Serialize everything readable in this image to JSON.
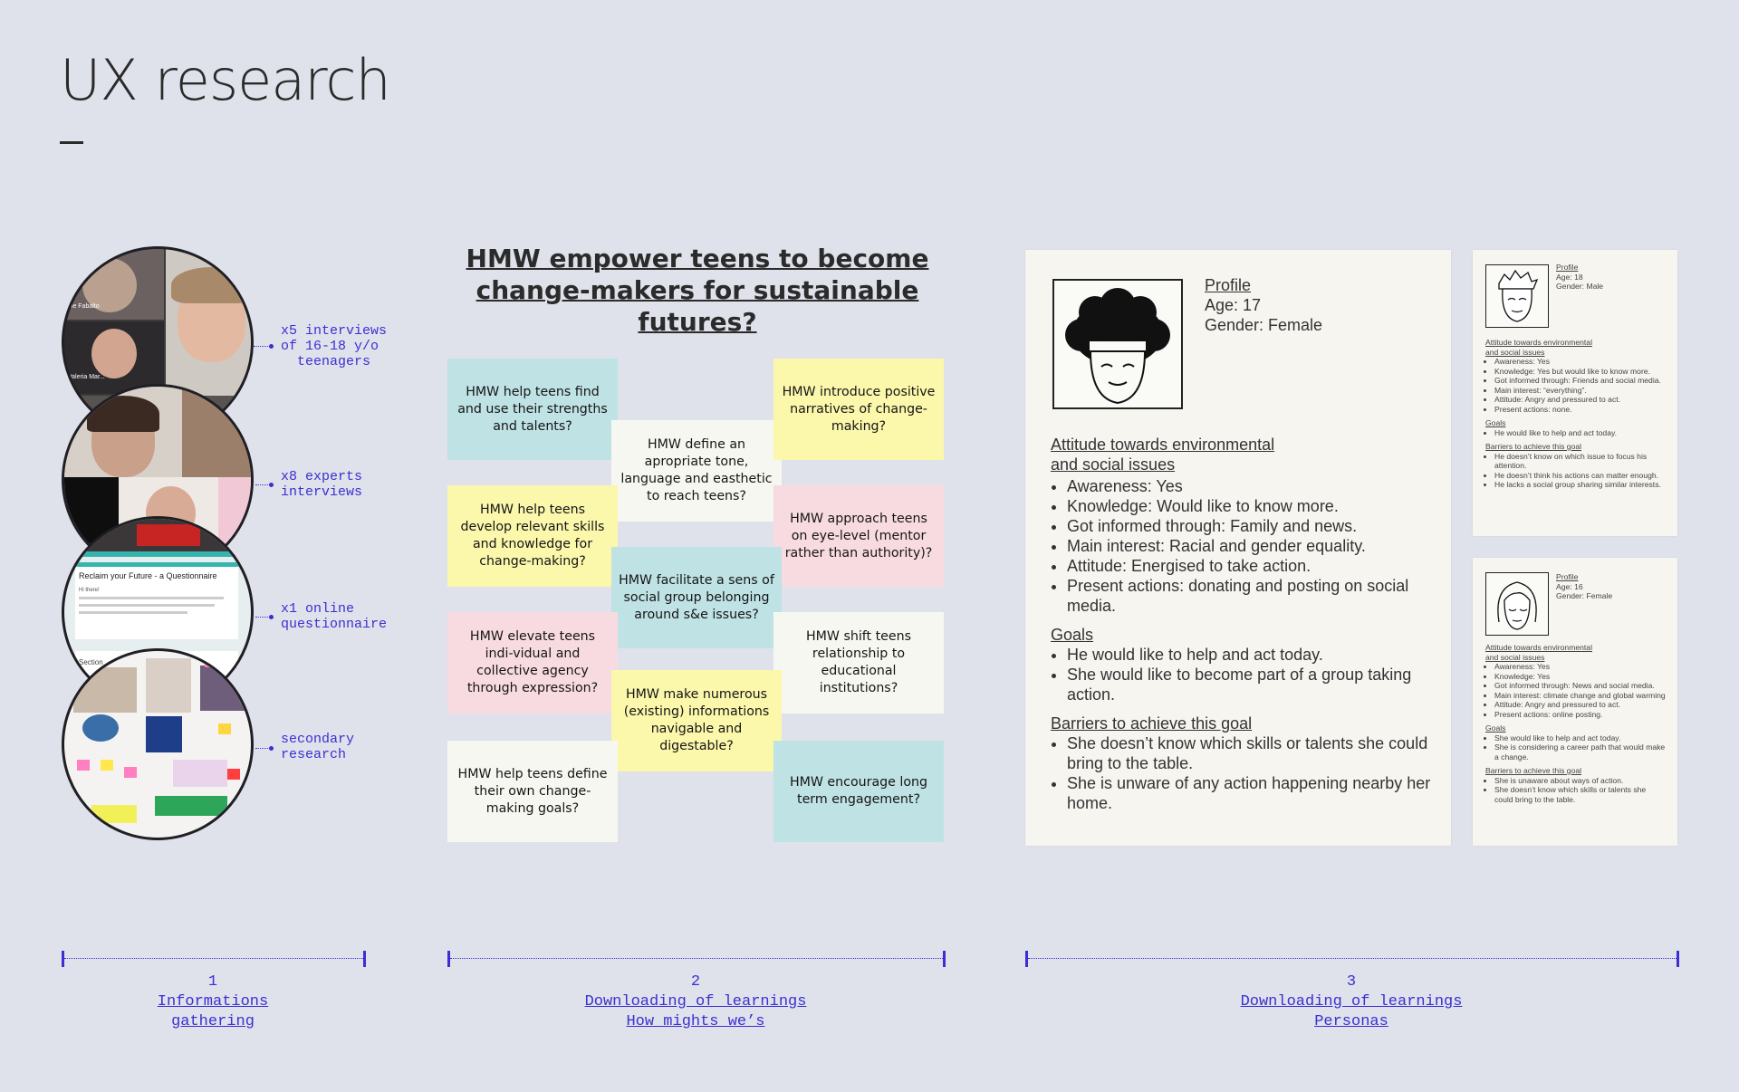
{
  "page": {
    "title": "UX research"
  },
  "research": {
    "items": [
      {
        "caption": "x5 interviews\nof 16-18 y/o\n  teenagers"
      },
      {
        "caption": "x8 experts\ninterviews"
      },
      {
        "caption": "x1 online\nquestionnaire"
      },
      {
        "caption": "secondary\nresearch"
      }
    ],
    "video_names": [
      "ine Fabalto",
      "Valeria Mar..."
    ],
    "questionnaire_title": "Reclaim your Future - a Questionnaire",
    "questionnaire_greeting": "Hi there!",
    "questionnaire_section": "Section"
  },
  "hmw": {
    "heading_line1": "HMW empower teens to become",
    "heading_line2": "change-makers for sustainable futures?",
    "notes": [
      {
        "text": "HMW help teens find and use their strengths and talents?",
        "color": "blue"
      },
      {
        "text": "HMW define an apropriate tone, language and easthetic to reach teens?",
        "color": "white"
      },
      {
        "text": "HMW introduce positive narratives of change-making?",
        "color": "yellow"
      },
      {
        "text": "HMW help teens develop relevant skills and knowledge for change-making?",
        "color": "yellow"
      },
      {
        "text": "HMW approach teens on eye-level (mentor rather than authority)?",
        "color": "pink"
      },
      {
        "text": "HMW facilitate a sens of social group belonging around s&e issues?",
        "color": "blue"
      },
      {
        "text": "HMW elevate teens indi-vidual and collective agency through expression?",
        "color": "pink"
      },
      {
        "text": "HMW shift teens relationship to educational institutions?",
        "color": "white"
      },
      {
        "text": "HMW make numerous (existing) informations navigable and digestable?",
        "color": "yellow"
      },
      {
        "text": "HMW help teens define their own change-making goals?",
        "color": "white"
      },
      {
        "text": "HMW encourage long term engagement?",
        "color": "blue"
      }
    ]
  },
  "persona_main": {
    "profile_label": "Profile",
    "age": "Age: 17",
    "gender": "Gender: Female",
    "attitude_title_1": "Attitude towards environmental",
    "attitude_title_2": "and social issues",
    "attitude_items": [
      "Awareness: Yes",
      "Knowledge: Would like to know more.",
      "Got informed through: Family and news.",
      "Main interest: Racial and gender equality.",
      "Attitude: Energised to take action.",
      "Present actions: donating and posting on social media."
    ],
    "goals_title": "Goals",
    "goals_items": [
      "He would like to help and act today.",
      "She would like to become part of a group taking action."
    ],
    "barriers_title": "Barriers  to achieve this goal",
    "barriers_items": [
      "She doesn’t know which skills or talents she could bring to the table.",
      "She is unware of any action happening nearby her home."
    ]
  },
  "persona_male": {
    "profile_label": "Profile",
    "age": "Age: 18",
    "gender": "Gender: Male",
    "attitude_title_1": "Attitude towards environmental",
    "attitude_title_2": "and social issues",
    "attitude_items": [
      "Awareness: Yes",
      "Knowledge: Yes but would like to know more.",
      "Got informed through: Friends and social media.",
      "Main interest: “everything”.",
      "Attitude: Angry and pressured to act.",
      "Present actions: none."
    ],
    "goals_title": "Goals",
    "goals_items": [
      "He would like to help and act today."
    ],
    "barriers_title": "Barriers  to achieve this goal",
    "barriers_items": [
      "He doesn’t know on which issue to focus his attention.",
      "He doesn’t think his actions can matter enough.",
      "He lacks a social group sharing similar interests."
    ]
  },
  "persona_female16": {
    "profile_label": "Profile",
    "age": "Age: 16",
    "gender": "Gender: Female",
    "attitude_title_1": "Attitude towards environmental",
    "attitude_title_2": "and social issues",
    "attitude_items": [
      "Awareness: Yes",
      "Knowledge: Yes",
      "Got informed through: News and social media.",
      "Main interest: climate change and global warming",
      "Attitude: Angry and pressured to act.",
      "Present actions: online posting."
    ],
    "goals_title": "Goals",
    "goals_items": [
      "She would like to help and act today.",
      "She is considering a career path that would make a change."
    ],
    "barriers_title": "Barriers  to achieve this goal",
    "barriers_items": [
      "She is unaware about ways of action.",
      "She doesn’t know which skills or talents she could bring to the table."
    ]
  },
  "timeline": [
    {
      "number": "1",
      "line1": "Informations",
      "line2": "gathering"
    },
    {
      "number": "2",
      "line1": "Downloading of learnings",
      "line2": "How mights we’s"
    },
    {
      "number": "3",
      "line1": "Downloading of learnings",
      "line2": "Personas"
    }
  ],
  "colors": {
    "background": "#dfe2ea",
    "accent": "#3b2fd3",
    "note_blue": "#bfe2e4",
    "note_yellow": "#fbf7ab",
    "note_pink": "#f8dbe0",
    "note_white": "#f7f7f2",
    "card": "#f6f5f0"
  }
}
